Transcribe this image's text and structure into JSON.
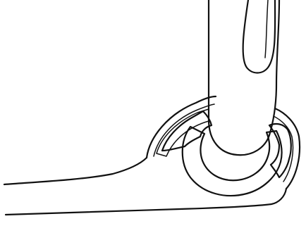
{
  "figure": {
    "colors": {
      "ink": "#111111",
      "background": "#ffffff",
      "cartilage_fill": "#f4f4f4"
    },
    "parts": [
      "upper-arm-bone",
      "forearm",
      "joint-capsule",
      "articular-cartilage",
      "damaged-cartilage-left",
      "damaged-cartilage-right"
    ]
  }
}
